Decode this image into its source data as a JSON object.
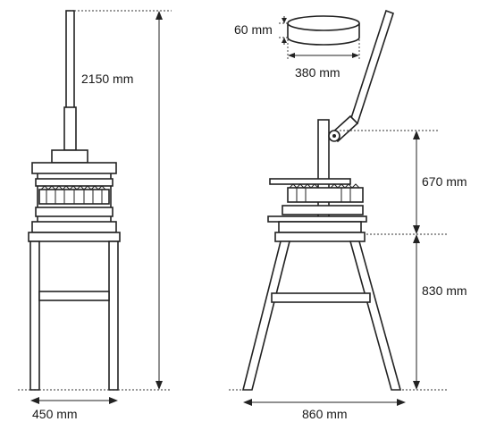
{
  "dimensions": {
    "total_height": "2150 mm",
    "front_width": "450 mm",
    "side_width": "860 mm",
    "head_height": "670 mm",
    "stand_height": "830 mm",
    "tray_height": "60 mm",
    "tray_diameter": "380 mm"
  }
}
